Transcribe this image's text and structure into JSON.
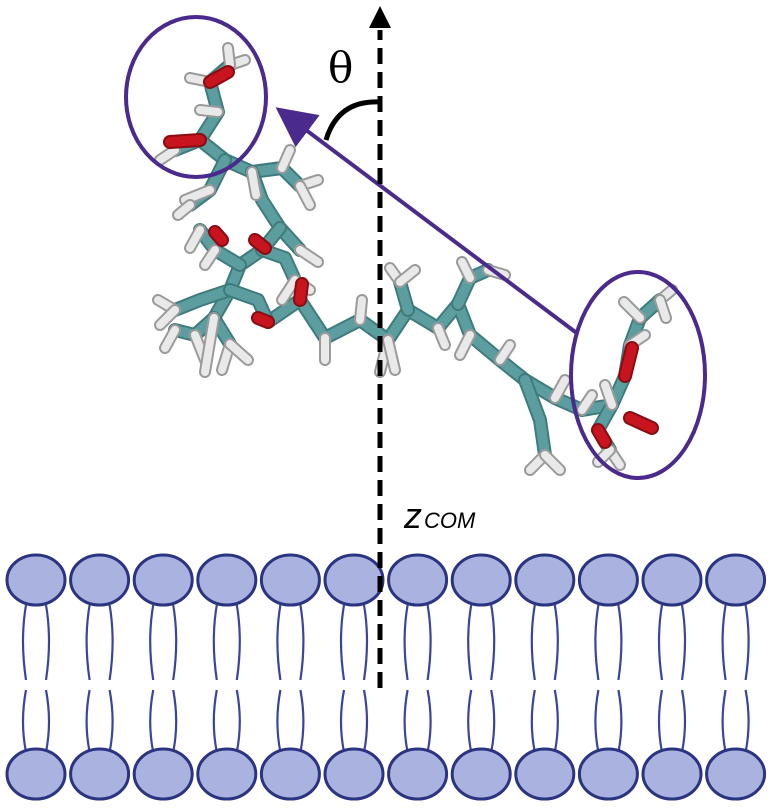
{
  "labels": {
    "angle": "θ",
    "axis_main": "z",
    "axis_sub": "COM"
  },
  "colors": {
    "background": "#ffffff",
    "highlight": "#4a2a8c",
    "carbon": "#5c9ea0",
    "carbon_dark": "#3f7b7d",
    "oxygen": "#c8141e",
    "hydrogen": "#e9e9e9",
    "hydrogen_dark": "#9a9a9a",
    "lipid_head_fill": "#aab3e0",
    "lipid_head_stroke": "#2a3480",
    "lipid_tail": "#3a44a0",
    "axis": "#000000"
  },
  "membrane": {
    "lipid_count": 12
  },
  "icons": {
    "axis_arrow": "arrow-up-icon",
    "angle_arc": "angle-arc-icon"
  }
}
